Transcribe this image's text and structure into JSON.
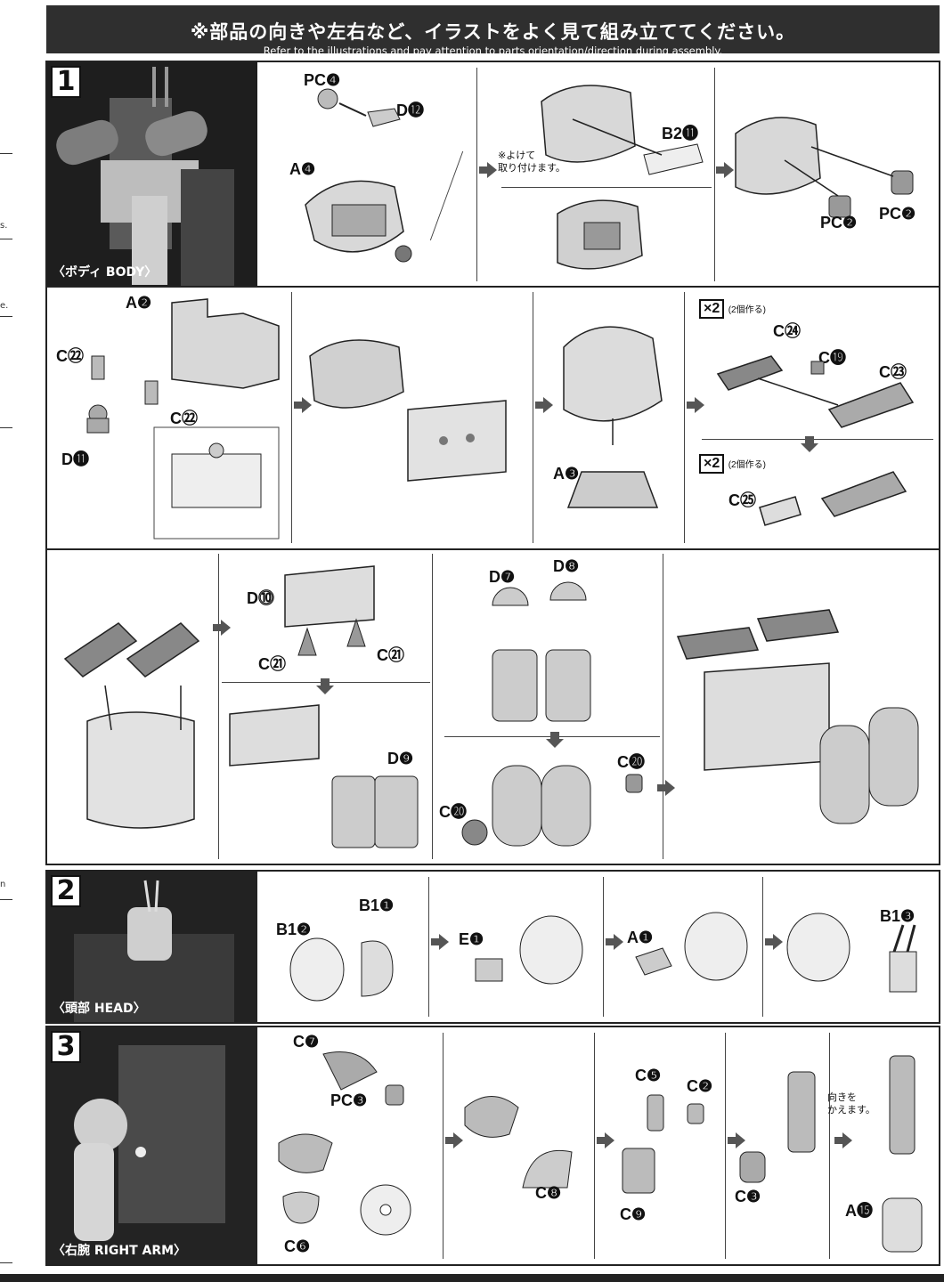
{
  "header": {
    "title_jp": "※部品の向きや左右など、イラストをよく見て組み立ててください。",
    "title_en": "Refer to the illustrations and pay attention to parts orientation/direction during assembly."
  },
  "margin": {
    "frag_a": "s.",
    "frag_b": "e.",
    "frag_c": "n"
  },
  "step1": {
    "number": "1",
    "photo_label": "〈ボディ BODY〉",
    "labels": {
      "pc4": "PC❹",
      "d12": "D⓬",
      "a4": "A❹",
      "b2_11": "B2⓫",
      "pc2a": "PC❷",
      "pc2b": "PC❷",
      "a2": "A❷",
      "c22a": "C㉒",
      "c22b": "C㉒",
      "d11": "D⓫",
      "a3": "A❸",
      "c24": "C㉔",
      "c19": "C⓳",
      "c23": "C㉓",
      "c25": "C㉕",
      "d10": "D⓾",
      "c21a": "C㉑",
      "c21b": "C㉑",
      "d9": "D❾",
      "d7": "D❼",
      "d8": "D❽",
      "c20a": "C⓴",
      "c20b": "C⓴"
    },
    "note_avoid": "※よけて\n取り付けます。",
    "x2_a": "×2",
    "x2_a_note": "(2個作る)",
    "x2_b": "×2",
    "x2_b_note": "(2個作る)"
  },
  "step2": {
    "number": "2",
    "photo_label": "〈頭部 HEAD〉",
    "labels": {
      "b1_2": "B1❷",
      "b1_1": "B1❶",
      "e1": "E❶",
      "a1": "A❶",
      "b1_3": "B1❸"
    }
  },
  "step3": {
    "number": "3",
    "photo_label": "〈右腕 RIGHT ARM〉",
    "labels": {
      "c7": "C❼",
      "pc3": "PC❸",
      "c6": "C❻",
      "c8": "C❽",
      "c5": "C❺",
      "c2": "C❷",
      "c9": "C❾",
      "c3": "C❸",
      "a15": "A⓯"
    },
    "note_turn": "向きを\nかえます。"
  }
}
